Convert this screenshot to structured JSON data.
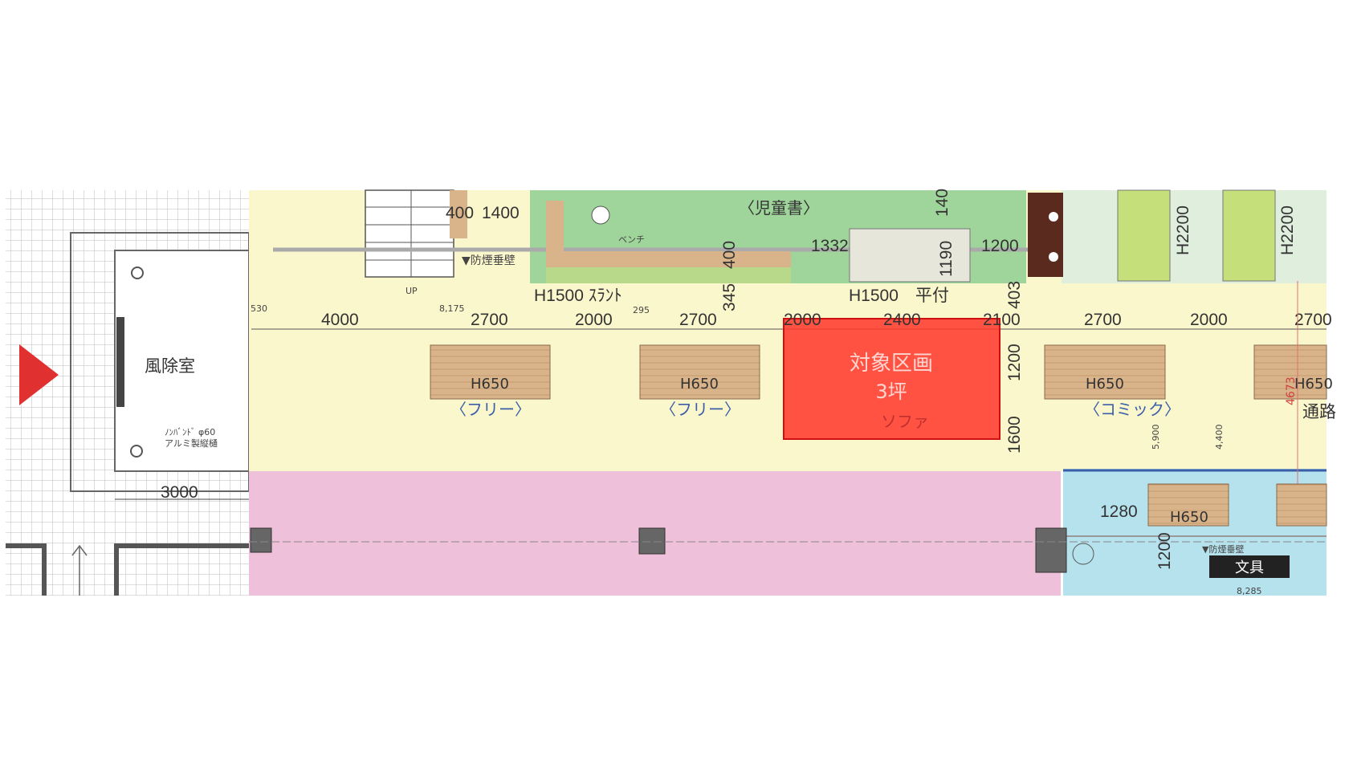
{
  "colors": {
    "entrance_arrow": "#e03030",
    "target_area": "#ff3b30",
    "general_area": "#fbf7cc",
    "childrens_books_area": "#9fd49b",
    "magazine_area": "#dfeedd",
    "lower_area": "#efc0da",
    "stationery_area": "#b6e2ee",
    "table_wood": "#d9b48a"
  },
  "rooms": {
    "windbreak_room": "風除室",
    "childrens_books": "〈児童書〉",
    "stationery": "文具",
    "target": {
      "title": "対象区画",
      "size": "3坪",
      "sofa": "ソファ"
    }
  },
  "notes": {
    "downspout_1": "ﾉﾝﾊﾞﾝﾄﾞ φ60",
    "downspout_2": "アルミ製縦樋",
    "smoke_wall_top": "▼防煙垂壁",
    "smoke_wall_bottom": "▼防煙垂壁",
    "bench": "ベンチ",
    "up": "UP",
    "shelf_slant": "H1500 ｽﾗﾝﾄ",
    "shelf_flat": "H1500　平付",
    "shelf_h2200_a": "H2200",
    "shelf_h2200_b": "H2200",
    "corridor": "通路"
  },
  "tables": [
    {
      "height": "H650",
      "label": "〈フリー〉"
    },
    {
      "height": "H650",
      "label": "〈フリー〉"
    },
    {
      "height": "H650",
      "label": "〈コミック〉"
    },
    {
      "height": "H650",
      "label": ""
    },
    {
      "height": "H650",
      "label": ""
    }
  ],
  "dimensions": {
    "row": [
      "4000",
      "2700",
      "2000",
      "2700",
      "2000",
      "2400",
      "2100",
      "2700",
      "2000",
      "2700"
    ],
    "top": {
      "d400": "400",
      "d1400": "1400",
      "d1332": "1332",
      "d1190": "1190",
      "d1200": "1200",
      "d140": "140",
      "d345": "345",
      "d400b": "400",
      "d403": "403"
    },
    "small": {
      "d530": "530",
      "d8175": "8,175",
      "d295": "295",
      "d5900": "5,900",
      "d4400": "4,400",
      "d8285": "8,285",
      "d4673": "4673"
    },
    "side": {
      "d1200": "1200",
      "d1600": "1600",
      "d3000": "3000",
      "d1280": "1280",
      "d1200b": "1200"
    }
  }
}
